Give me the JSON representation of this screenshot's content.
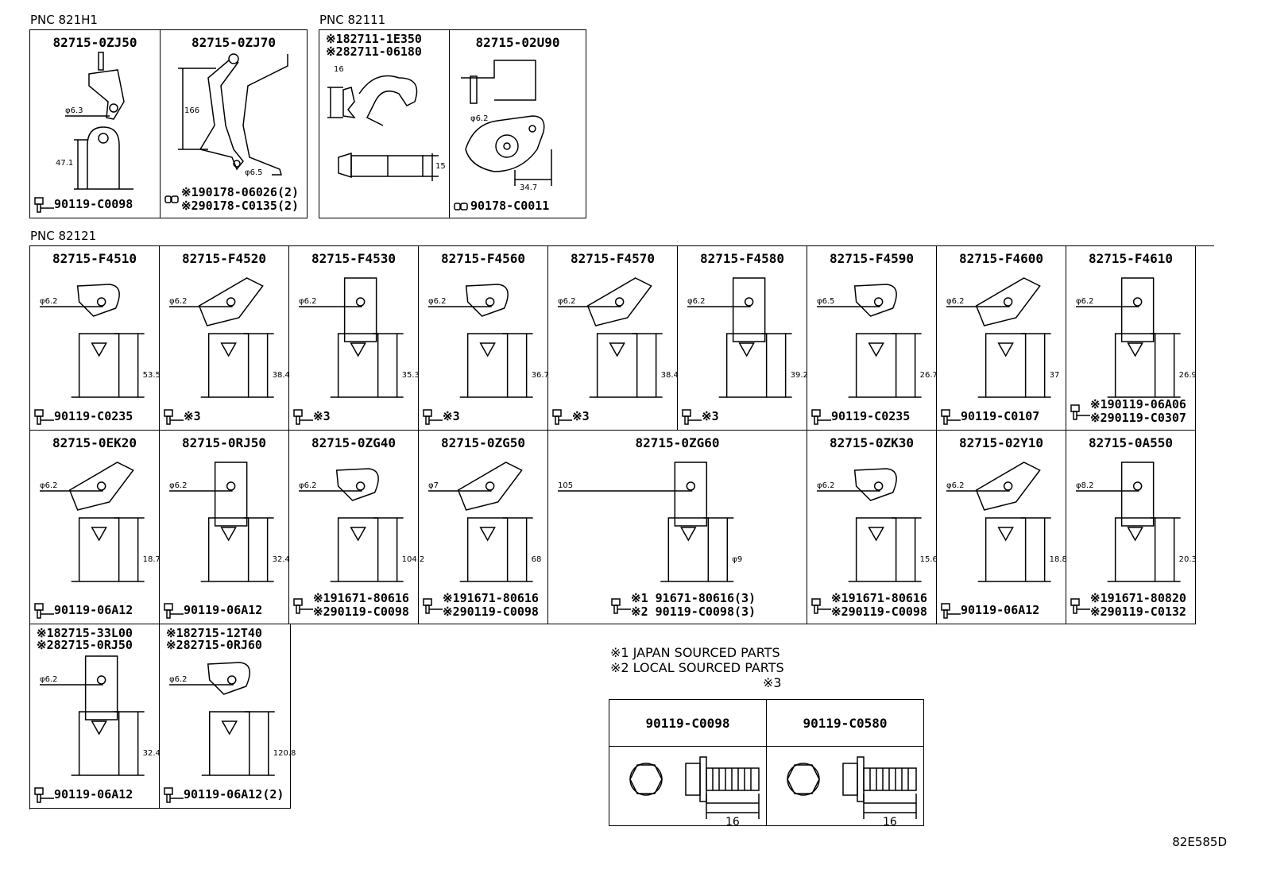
{
  "groups": [
    {
      "label": "PNC 821H1"
    },
    {
      "label": "PNC 82111"
    },
    {
      "label": "PNC 82121"
    }
  ],
  "top_cells": [
    {
      "part": "82715-0ZJ50",
      "bolt": [
        "90119-C0098"
      ],
      "bolt_icon": "bolt-icon"
    },
    {
      "part": "82715-0ZJ70",
      "bolt": [
        "※190178-06026(2)",
        "※290178-C0135(2)"
      ],
      "bolt_icon": "clip-icon"
    },
    {
      "part_lines": [
        "※182711-1E350",
        "※282711-06180"
      ],
      "bolt": []
    },
    {
      "part": "82715-02U90",
      "bolt": [
        "90178-C0011"
      ],
      "bolt_icon": "clip-icon"
    }
  ],
  "dims_top": [
    "φ6.3",
    "47.1",
    "166",
    "φ6.5",
    "16",
    "15",
    "φ6.2",
    "34.7"
  ],
  "row1": [
    {
      "part": "82715-F4510",
      "bolt": [
        "90119-C0235"
      ],
      "dims": [
        "φ6.2",
        "53.5"
      ]
    },
    {
      "part": "82715-F4520",
      "bolt": [
        "※3"
      ],
      "dims": [
        "φ6.2",
        "38.4"
      ]
    },
    {
      "part": "82715-F4530",
      "bolt": [
        "※3"
      ],
      "dims": [
        "φ6.2",
        "35.3"
      ]
    },
    {
      "part": "82715-F4560",
      "bolt": [
        "※3"
      ],
      "dims": [
        "φ6.2",
        "36.7"
      ]
    },
    {
      "part": "82715-F4570",
      "bolt": [
        "※3"
      ],
      "dims": [
        "φ6.2",
        "38.4"
      ]
    },
    {
      "part": "82715-F4580",
      "bolt": [
        "※3"
      ],
      "dims": [
        "φ6.2",
        "39.2"
      ]
    },
    {
      "part": "82715-F4590",
      "bolt": [
        "90119-C0235"
      ],
      "dims": [
        "φ6.5",
        "26.7"
      ]
    },
    {
      "part": "82715-F4600",
      "bolt": [
        "90119-C0107"
      ],
      "dims": [
        "φ6.2",
        "37"
      ]
    },
    {
      "part": "82715-F4610",
      "bolt": [
        "※190119-06A06",
        "※290119-C0307"
      ],
      "dims": [
        "φ6.2",
        "26.9"
      ]
    }
  ],
  "row2": [
    {
      "part": "82715-0EK20",
      "bolt": [
        "90119-06A12"
      ],
      "dims": [
        "φ6.2",
        "18.7"
      ]
    },
    {
      "part": "82715-0RJ50",
      "bolt": [
        "90119-06A12"
      ],
      "dims": [
        "φ6.2",
        "32.4"
      ]
    },
    {
      "part": "82715-0ZG40",
      "bolt": [
        "※191671-80616",
        "※290119-C0098"
      ],
      "dims": [
        "φ6.2",
        "104.2"
      ]
    },
    {
      "part": "82715-0ZG50",
      "bolt": [
        "※191671-80616",
        "※290119-C0098"
      ],
      "dims": [
        "φ7",
        "68"
      ]
    },
    {
      "part": "82715-0ZG60",
      "bolt": [
        "※1 91671-80616(3)",
        "※2 90119-C0098(3)"
      ],
      "dims": [
        "105",
        "φ9"
      ]
    },
    {
      "part": "82715-0ZK30",
      "bolt": [
        "※191671-80616",
        "※290119-C0098"
      ],
      "dims": [
        "φ6.2",
        "15.6"
      ]
    },
    {
      "part": "82715-02Y10",
      "bolt": [
        "90119-06A12"
      ],
      "dims": [
        "φ6.2",
        "18.8"
      ]
    },
    {
      "part": "82715-0A550",
      "bolt": [
        "※191671-80820",
        "※290119-C0132"
      ],
      "dims": [
        "φ8.2",
        "20.3"
      ]
    }
  ],
  "row3": [
    {
      "part_lines": [
        "※182715-33L00",
        "※282715-0RJ50"
      ],
      "bolt": [
        "90119-06A12"
      ],
      "dims": [
        "φ6.2",
        "32.4"
      ]
    },
    {
      "part_lines": [
        "※182715-12T40",
        "※282715-0RJ60"
      ],
      "bolt": [
        "90119-06A12(2)"
      ],
      "dims": [
        "φ6.2",
        "120.8"
      ]
    }
  ],
  "notes": [
    "※1 JAPAN SOURCED PARTS",
    "※2 LOCAL SOURCED PARTS"
  ],
  "legend": {
    "title": "※3",
    "items": [
      {
        "part": "90119-C0098",
        "dim": "16"
      },
      {
        "part": "90119-C0580",
        "dim": "16"
      }
    ]
  },
  "ref": "82E585D"
}
